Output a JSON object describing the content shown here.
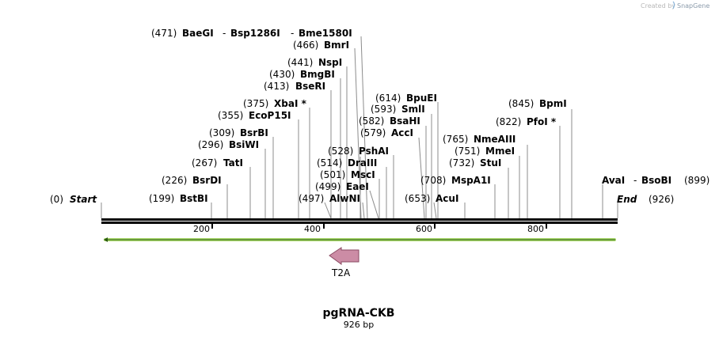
{
  "credit": "Created by",
  "brand": "SnapGene",
  "title": "pgRNA-CKB",
  "subtitle": "926 bp",
  "start_label": {
    "pos": "(0)",
    "name": "Start"
  },
  "end_label": {
    "pos": "(926)",
    "name": "End"
  },
  "ticks": [
    "200",
    "400",
    "600",
    "800"
  ],
  "feature": {
    "name": "T2A"
  },
  "sites": [
    {
      "pos": "(471)",
      "name": "BaeGI",
      "sep": "-",
      "name2": "Bsp1286I",
      "sep2": "-",
      "name3": "Bme1580I"
    },
    {
      "pos": "(466)",
      "name": "BmrI"
    },
    {
      "pos": "(441)",
      "name": "NspI"
    },
    {
      "pos": "(430)",
      "name": "BmgBI"
    },
    {
      "pos": "(413)",
      "name": "BseRI"
    },
    {
      "pos": "(375)",
      "name": "XbaI *"
    },
    {
      "pos": "(355)",
      "name": "EcoP15I"
    },
    {
      "pos": "(309)",
      "name": "BsrBI"
    },
    {
      "pos": "(296)",
      "name": "BsiWI"
    },
    {
      "pos": "(267)",
      "name": "TatI"
    },
    {
      "pos": "(226)",
      "name": "BsrDI"
    },
    {
      "pos": "(199)",
      "name": "BstBI"
    },
    {
      "pos": "(497)",
      "name": "AlwNI"
    },
    {
      "pos": "(499)",
      "name": "EaeI"
    },
    {
      "pos": "(501)",
      "name": "MscI"
    },
    {
      "pos": "(514)",
      "name": "DraIII"
    },
    {
      "pos": "(528)",
      "name": "PshAI"
    },
    {
      "pos": "(579)",
      "name": "AccI"
    },
    {
      "pos": "(582)",
      "name": "BsaHI"
    },
    {
      "pos": "(593)",
      "name": "SmlI"
    },
    {
      "pos": "(614)",
      "name": "BpuEI"
    },
    {
      "pos": "(653)",
      "name": "AcuI"
    },
    {
      "pos": "(708)",
      "name": "MspA1I"
    },
    {
      "pos": "(732)",
      "name": "StuI"
    },
    {
      "pos": "(751)",
      "name": "MmeI"
    },
    {
      "pos": "(765)",
      "name": "NmeAIII"
    },
    {
      "pos": "(822)",
      "name": "PfoI *"
    },
    {
      "pos": "(845)",
      "name": "BpmI"
    },
    {
      "name": "AvaI",
      "sep": "-",
      "name2": "BsoBI",
      "pos": "(899)"
    }
  ],
  "colors": {
    "backbone": "#000000",
    "arrow_fill": "#cc8ca5",
    "orf_green": "#a8d86a"
  }
}
